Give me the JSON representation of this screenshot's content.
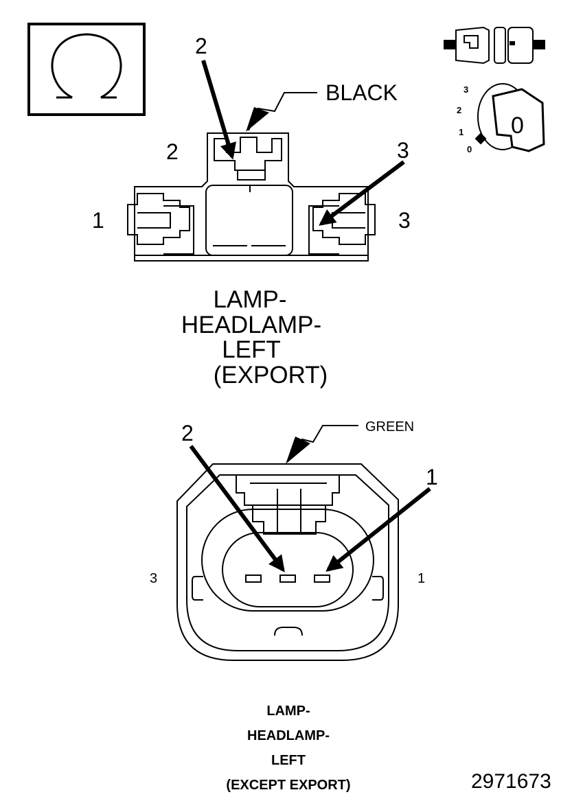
{
  "ohm_symbol": "Ω",
  "icons": [
    "ohm-meter-icon",
    "connector-disconnected-icon",
    "ignition-key-off-icon"
  ],
  "ignition_positions": [
    "3",
    "2",
    "1",
    "0"
  ],
  "ignition_key_label": "0",
  "export_connector": {
    "color_label": "BLACK",
    "pin_labels": [
      "2",
      "1",
      "3"
    ],
    "arrow_labels": [
      "2",
      "3"
    ],
    "caption": [
      "LAMP-",
      "HEADLAMP-",
      "LEFT",
      "(EXPORT)"
    ]
  },
  "except_export_connector": {
    "color_label": "GREEN",
    "pin_labels": [
      "3",
      "1"
    ],
    "arrow_labels": [
      "2",
      "1"
    ],
    "caption": [
      "LAMP-",
      "HEADLAMP-",
      "LEFT",
      "(EXCEPT EXPORT)"
    ]
  },
  "figure_number": "2971673"
}
